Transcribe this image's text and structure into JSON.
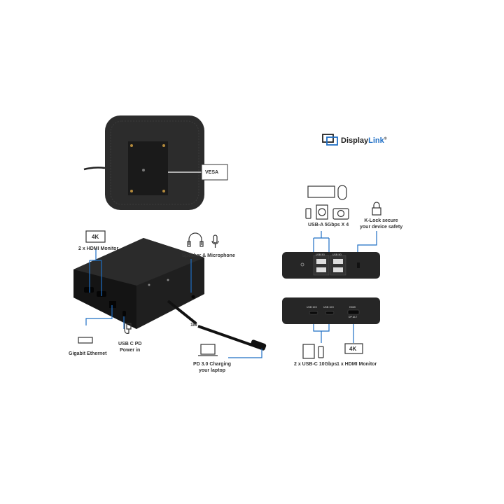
{
  "colors": {
    "accent": "#1e6fc4",
    "device": "#2a2a2a",
    "logo_blue": "#1f6fc5"
  },
  "logo": {
    "text_a": "Display",
    "text_b": "Link",
    "mark": "®"
  },
  "top_view": {
    "vesa_label": "VESA"
  },
  "main_dock": {
    "hdmi": {
      "icon": "monitor-4k-icon",
      "badge": "4K",
      "label": "2 x HDMI Monitor"
    },
    "audio": {
      "icons": [
        "headphones-icon",
        "microphone-icon"
      ],
      "label": "Speaker & Microphone"
    },
    "ethernet": {
      "icon": "ethernet-port-icon",
      "label": "Gigabit Ethernet"
    },
    "power": {
      "icon": "power-adapter-icon",
      "label_1": "USB C PD",
      "label_2": "Power in"
    },
    "cable_length": "1M",
    "charging": {
      "icon": "laptop-icon",
      "label_1": "PD 3.0 Charging",
      "label_2": "your laptop"
    }
  },
  "front_view": {
    "usb_a": {
      "icons": [
        "keyboard-icon",
        "mouse-icon",
        "usb-stick-icon",
        "hard-drive-icon",
        "camera-icon"
      ],
      "label": "USB-A 5Gbps X 4",
      "port_label": "USB 5G"
    },
    "lock": {
      "icon": "lock-icon",
      "label_1": "K-Lock secure",
      "label_2": "your device safety"
    }
  },
  "back_view": {
    "usb_c": {
      "port_label": "USB 10G",
      "icons": [
        "ssd-icon",
        "usb-stick-icon"
      ],
      "label": "2 x USB-C 10Gbps"
    },
    "hdmi": {
      "port_label": "HDMI",
      "sub_label": "DP ALT",
      "badge": "4K",
      "label": "1 x HDMI Monitor"
    }
  }
}
